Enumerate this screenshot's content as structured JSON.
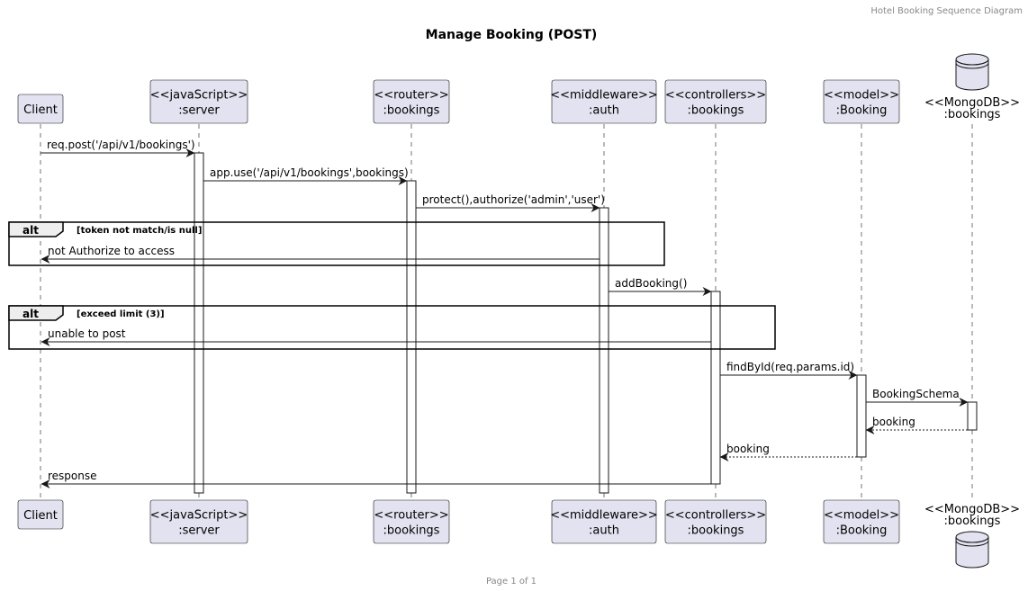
{
  "header": {
    "text": "Hotel Booking Sequence Diagram"
  },
  "title": "Manage Booking (POST)",
  "footer": {
    "text": "Page 1 of 1"
  },
  "colors": {
    "participant_fill": "#e2e2f0",
    "line": "#181818",
    "frame_tab": "#eeeeee"
  },
  "participants": [
    {
      "id": "client",
      "kind": "box",
      "lines": [
        "Client"
      ]
    },
    {
      "id": "server",
      "kind": "box",
      "lines": [
        "<<javaScript>>",
        ":server"
      ]
    },
    {
      "id": "router",
      "kind": "box",
      "lines": [
        "<<router>>",
        ":bookings"
      ]
    },
    {
      "id": "auth",
      "kind": "box",
      "lines": [
        "<<middleware>>",
        ":auth"
      ]
    },
    {
      "id": "controllers",
      "kind": "box",
      "lines": [
        "<<controllers>>",
        ":bookings"
      ]
    },
    {
      "id": "model",
      "kind": "box",
      "lines": [
        "<<model>>",
        ":Booking"
      ]
    },
    {
      "id": "db",
      "kind": "database",
      "icon": "database-icon",
      "lines": [
        "<<MongoDB>>",
        ":bookings"
      ]
    }
  ],
  "messages": [
    {
      "from": "client",
      "to": "server",
      "label": "req.post('/api/v1/bookings')",
      "style": "solid"
    },
    {
      "from": "server",
      "to": "router",
      "label": "app.use('/api/v1/bookings',bookings)",
      "style": "solid"
    },
    {
      "from": "router",
      "to": "auth",
      "label": "protect(),authorize('admin','user')",
      "style": "solid"
    },
    {
      "from": "auth",
      "to": "client",
      "label": "not Authorize to access",
      "style": "solid"
    },
    {
      "from": "auth",
      "to": "controllers",
      "label": "addBooking()",
      "style": "solid"
    },
    {
      "from": "controllers",
      "to": "client",
      "label": "unable to post",
      "style": "solid"
    },
    {
      "from": "controllers",
      "to": "model",
      "label": "findById(req.params.id)",
      "style": "solid"
    },
    {
      "from": "model",
      "to": "db",
      "label": "BookingSchema",
      "style": "solid"
    },
    {
      "from": "db",
      "to": "model",
      "label": "booking",
      "style": "dashed"
    },
    {
      "from": "model",
      "to": "controllers",
      "label": "booking",
      "style": "dashed"
    },
    {
      "from": "controllers",
      "to": "client",
      "label": "response",
      "style": "solid"
    }
  ],
  "fragments": [
    {
      "operator": "alt",
      "guard": "[token not match/is null]"
    },
    {
      "operator": "alt",
      "guard": "[exceed limit (3)]"
    }
  ]
}
